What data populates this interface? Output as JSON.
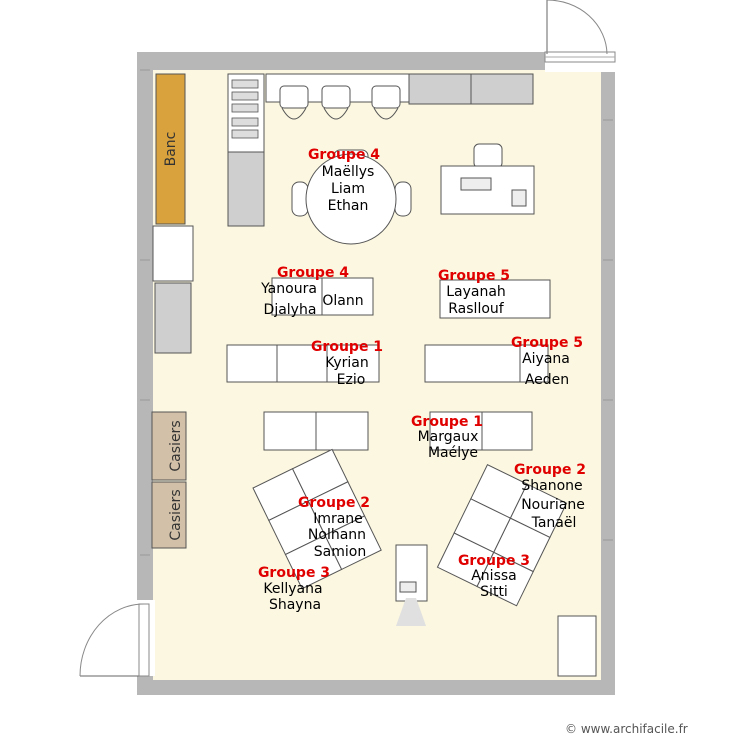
{
  "furniture_labels": {
    "bench": "Banc",
    "locker_1": "Casiers",
    "locker_2": "Casiers"
  },
  "labels": [
    {
      "id": "g4a",
      "kind": "group",
      "text": "Groupe 4"
    },
    {
      "id": "n-maellys",
      "kind": "name",
      "text": "Maëllys"
    },
    {
      "id": "n-liam",
      "kind": "name",
      "text": "Liam"
    },
    {
      "id": "n-ethan",
      "kind": "name",
      "text": "Ethan"
    },
    {
      "id": "g4b",
      "kind": "group",
      "text": "Groupe 4"
    },
    {
      "id": "n-yanoura",
      "kind": "name",
      "text": "Yanoura"
    },
    {
      "id": "n-djalyha",
      "kind": "name",
      "text": "Djalyha"
    },
    {
      "id": "n-olann",
      "kind": "name",
      "text": "Olann"
    },
    {
      "id": "g5a",
      "kind": "group",
      "text": "Groupe 5"
    },
    {
      "id": "n-layanah",
      "kind": "name",
      "text": "Layanah"
    },
    {
      "id": "n-rasllouf",
      "kind": "name",
      "text": "Rasllouf"
    },
    {
      "id": "g1a",
      "kind": "group",
      "text": "Groupe 1"
    },
    {
      "id": "n-kyrian",
      "kind": "name",
      "text": "Kyrian"
    },
    {
      "id": "n-ezio",
      "kind": "name",
      "text": "Ezio"
    },
    {
      "id": "g5b",
      "kind": "group",
      "text": "Groupe 5"
    },
    {
      "id": "n-aiyana",
      "kind": "name",
      "text": "Aiyana"
    },
    {
      "id": "n-aeden",
      "kind": "name",
      "text": "Aeden"
    },
    {
      "id": "g1b",
      "kind": "group",
      "text": "Groupe 1"
    },
    {
      "id": "n-margaux",
      "kind": "name",
      "text": "Margaux"
    },
    {
      "id": "n-maelye",
      "kind": "name",
      "text": "Maélye"
    },
    {
      "id": "g2a",
      "kind": "group",
      "text": "Groupe 2"
    },
    {
      "id": "n-shanone",
      "kind": "name",
      "text": "Shanone"
    },
    {
      "id": "n-nouriane",
      "kind": "name",
      "text": "Nouriane"
    },
    {
      "id": "n-tanael",
      "kind": "name",
      "text": "Tanaël"
    },
    {
      "id": "g2b",
      "kind": "group",
      "text": "Groupe 2"
    },
    {
      "id": "n-imrane",
      "kind": "name",
      "text": "Imrane"
    },
    {
      "id": "n-nolhann",
      "kind": "name",
      "text": "Nolhann"
    },
    {
      "id": "n-samion",
      "kind": "name",
      "text": "Samion"
    },
    {
      "id": "g3a",
      "kind": "group",
      "text": "Groupe 3"
    },
    {
      "id": "n-kellyana",
      "kind": "name",
      "text": "Kellyana"
    },
    {
      "id": "n-shayna",
      "kind": "name",
      "text": "Shayna"
    },
    {
      "id": "g3b",
      "kind": "group",
      "text": "Groupe 3"
    },
    {
      "id": "n-anissa",
      "kind": "name",
      "text": "Anissa"
    },
    {
      "id": "n-sitti",
      "kind": "name",
      "text": "Sitti"
    }
  ],
  "watermark": "© www.archifacile.fr",
  "colors": {
    "floor": "#fbf7e1",
    "wall": "#b7b7b7",
    "group_label": "#e00000",
    "bench": "#d9a23d"
  }
}
